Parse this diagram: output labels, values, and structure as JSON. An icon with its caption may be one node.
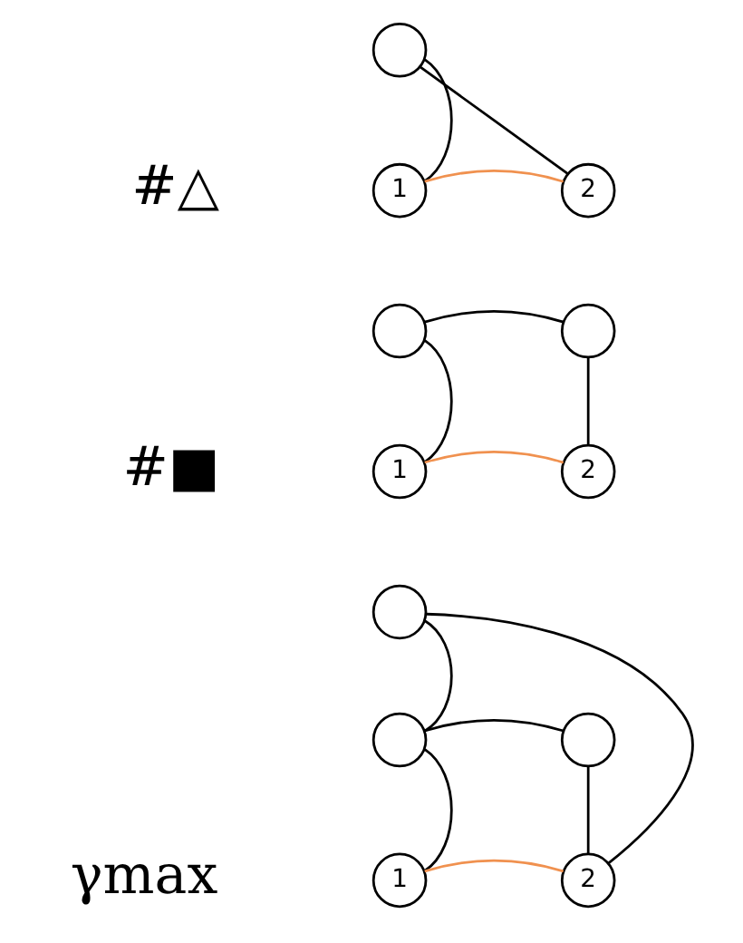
{
  "diagram": {
    "nodes": [
      {
        "text": [],
        "shape": "circle"
      },
      {
        "text": [
          "1"
        ]
      },
      {
        "text": [
          "2"
        ]
      },
      {
        "text": [],
        "shape": "circle"
      },
      {
        "text": [],
        "shape": "circle"
      },
      {
        "text": [
          "1"
        ]
      },
      {
        "text": [
          "2"
        ]
      },
      {
        "text": [],
        "shape": "circle"
      },
      {
        "text": [],
        "shape": "circle"
      },
      {
        "text": [],
        "shape": "circle"
      },
      {
        "text": [
          "1"
        ]
      },
      {
        "text": [
          "2"
        ]
      }
    ],
    "edges": [
      {
        "from": 0,
        "to": 1,
        "arrow": "none"
      },
      {
        "from": 0,
        "to": 2,
        "arrow": "none"
      },
      {
        "from": 1,
        "to": 2,
        "arrow": "none",
        "color": "#f0914f"
      },
      {
        "from": 3,
        "to": 4,
        "arrow": "none"
      },
      {
        "from": 3,
        "to": 5,
        "arrow": "none"
      },
      {
        "from": 4,
        "to": 6,
        "arrow": "none"
      },
      {
        "from": 5,
        "to": 6,
        "arrow": "none",
        "color": "#f0914f"
      },
      {
        "from": 8,
        "to": 7,
        "arrow": "none"
      },
      {
        "from": 8,
        "to": 9,
        "arrow": "none"
      },
      {
        "from": 8,
        "to": 10,
        "arrow": "none"
      },
      {
        "from": 9,
        "to": 11,
        "arrow": "none"
      },
      {
        "from": 7,
        "to": 11,
        "arrow": "none"
      },
      {
        "from": 10,
        "to": 11,
        "arrow": "none",
        "color": "#f0914f"
      }
    ],
    "labels": [
      "#△",
      "#■",
      "γmax"
    ]
  }
}
